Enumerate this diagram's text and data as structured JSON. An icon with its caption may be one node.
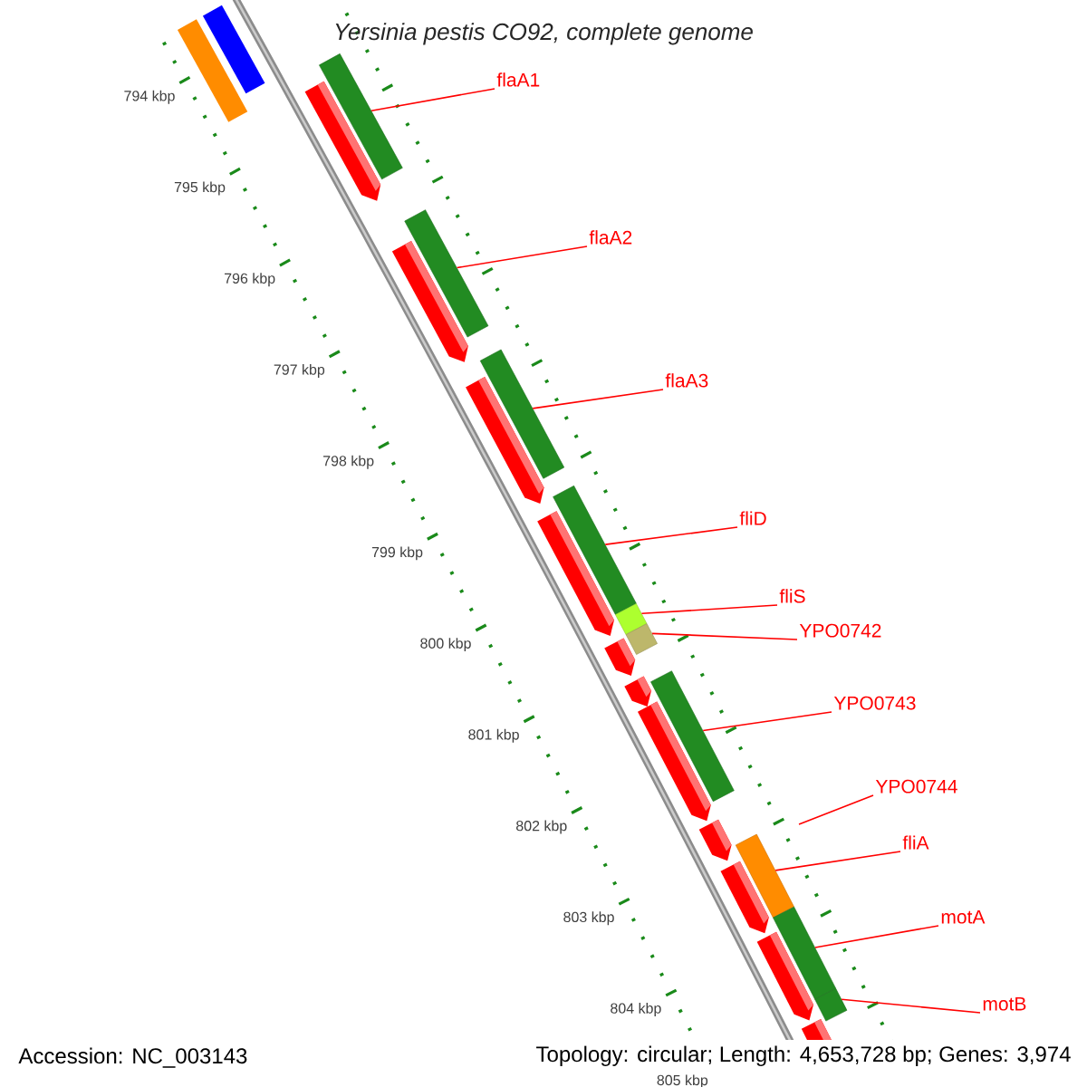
{
  "diagram": {
    "title": "Yersinia pestis CO92, complete genome",
    "nodes": [
      {
        "text": [
          "flaA1"
        ]
      },
      {
        "text": [
          "flaA2"
        ]
      },
      {
        "text": [
          "flaA3"
        ]
      },
      {
        "text": [
          "fliD"
        ]
      },
      {
        "text": [
          "fliS"
        ]
      },
      {
        "text": [
          "YPO0742"
        ]
      },
      {
        "text": [
          "YPO0743"
        ]
      },
      {
        "text": [
          "YPO0744"
        ]
      },
      {
        "text": [
          "fliA"
        ]
      },
      {
        "text": [
          "motA"
        ]
      },
      {
        "text": [
          "motB"
        ]
      },
      {
        "text": [],
        "shape": "bar"
      },
      {
        "text": [],
        "shape": "bar"
      },
      {
        "text": [],
        "shape": "bar"
      },
      {
        "text": [],
        "shape": "bar"
      },
      {
        "text": [],
        "shape": "bar"
      },
      {
        "text": [],
        "shape": "bar"
      },
      {
        "text": [],
        "shape": "bar"
      },
      {
        "text": [],
        "shape": "bar"
      },
      {
        "text": [],
        "shape": "bar"
      },
      {
        "text": [],
        "shape": "bar"
      }
    ],
    "edges": [
      {
        "from": 0,
        "to": 11,
        "arrow": "none"
      },
      {
        "from": 1,
        "to": 12,
        "arrow": "none"
      },
      {
        "from": 2,
        "to": 13,
        "arrow": "none"
      },
      {
        "from": 3,
        "to": 14,
        "arrow": "none"
      },
      {
        "from": 4,
        "to": 15,
        "arrow": "none"
      },
      {
        "from": 5,
        "to": 16,
        "arrow": "none"
      },
      {
        "from": 6,
        "to": 17,
        "arrow": "none"
      },
      {
        "from": 7,
        "to": null,
        "arrow": "none"
      },
      {
        "from": 8,
        "to": 18,
        "arrow": "none"
      },
      {
        "from": 9,
        "to": 19,
        "arrow": "none"
      },
      {
        "from": 10,
        "to": 20,
        "arrow": "none"
      }
    ],
    "labels": [
      "794 kbp",
      "795 kbp",
      "796 kbp",
      "797 kbp",
      "798 kbp",
      "799 kbp",
      "800 kbp",
      "801 kbp",
      "802 kbp",
      "803 kbp",
      "804 kbp",
      "805 kbp",
      "Accession: NC_003143",
      "Topology: circular; Length: 4,653,728 bp; Genes: 3,974"
    ]
  }
}
